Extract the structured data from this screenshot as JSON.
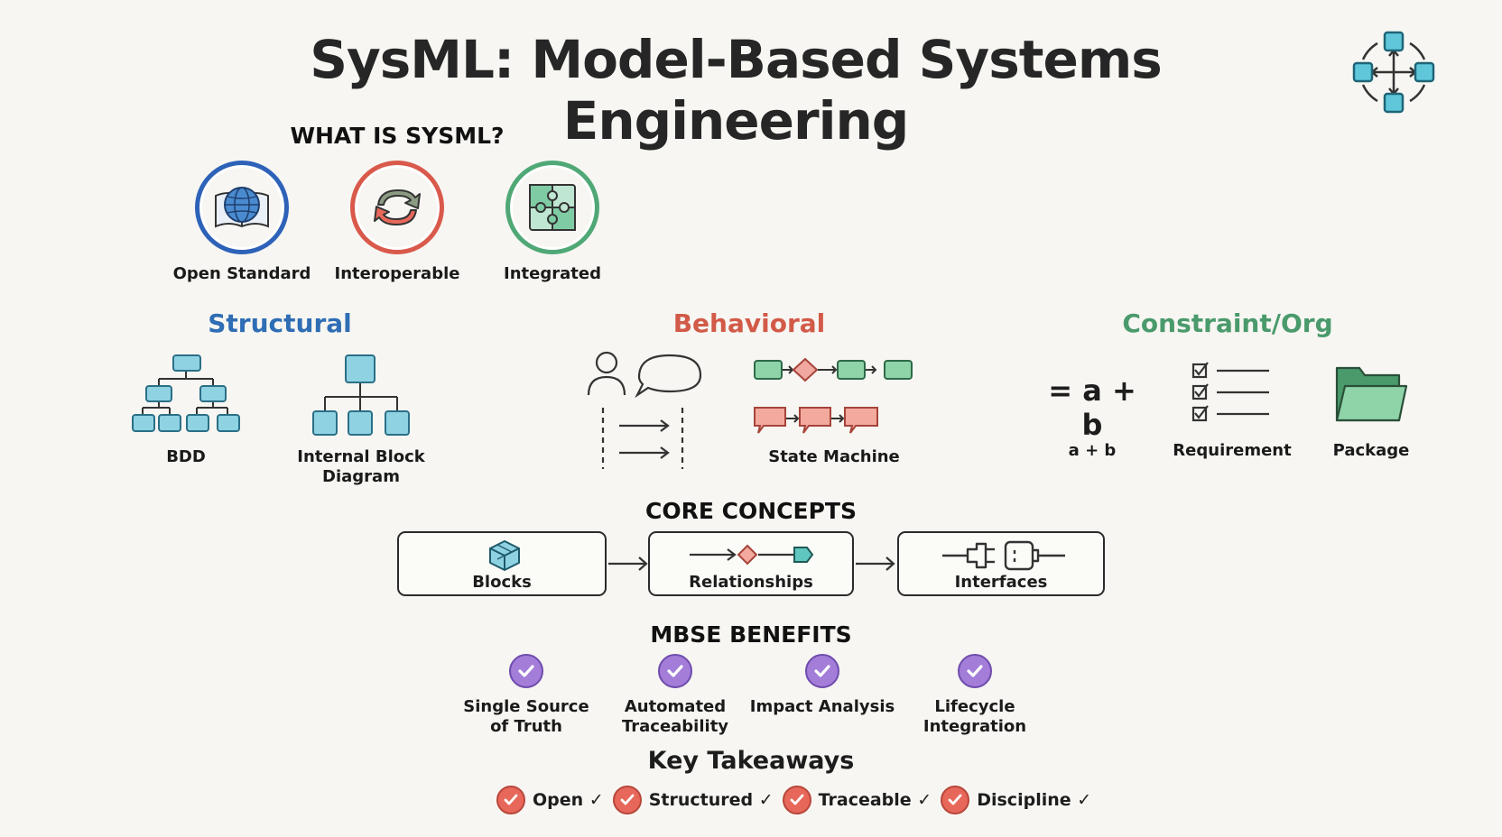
{
  "title": "SysML: Model-Based Systems Engineering",
  "what_is": {
    "heading": "WHAT IS SYSML?",
    "items": [
      {
        "label": "Open Standard",
        "icon": "globe-book-icon",
        "color": "#2d62b8"
      },
      {
        "label": "Interoperable",
        "icon": "sync-arrows-icon",
        "color": "#d9594b"
      },
      {
        "label": "Integrated",
        "icon": "puzzle-icon",
        "color": "#4fa876"
      }
    ]
  },
  "categories": {
    "structural": {
      "heading": "Structural",
      "color": "#2f6db5",
      "items": [
        {
          "label": "BDD",
          "icon": "block-tree-icon"
        },
        {
          "label": "Internal Block Diagram",
          "icon": "block-hierarchy-icon"
        }
      ]
    },
    "behavioral": {
      "heading": "Behavioral",
      "color": "#d25a48",
      "items": [
        {
          "label": "",
          "icon": "sequence-diagram-icon"
        },
        {
          "label": "State Machine",
          "icon": "state-machine-icon"
        }
      ]
    },
    "constraint": {
      "heading": "Constraint/Org",
      "color": "#4a9a6c",
      "equation": "= a + b",
      "items": [
        {
          "label": "a + b",
          "icon": "equation-icon"
        },
        {
          "label": "Requirement",
          "icon": "checklist-icon"
        },
        {
          "label": "Package",
          "icon": "folder-icon"
        }
      ]
    }
  },
  "core_concepts": {
    "heading": "CORE CONCEPTS",
    "items": [
      {
        "label": "Blocks",
        "icon": "cube-icon"
      },
      {
        "label": "Relationships",
        "icon": "relationship-icon"
      },
      {
        "label": "Interfaces",
        "icon": "plug-icon"
      }
    ]
  },
  "benefits": {
    "heading": "MBSE BENEFITS",
    "items": [
      {
        "line1": "Single Source",
        "line2": "of Truth"
      },
      {
        "line1": "Automated",
        "line2": "Traceability"
      },
      {
        "line1": "Impact Analysis",
        "line2": ""
      },
      {
        "line1": "Lifecycle",
        "line2": "Integration"
      }
    ]
  },
  "takeaways": {
    "heading": "Key Takeaways",
    "items": [
      "Open ✓",
      "Structured ✓",
      "Traceable ✓",
      "Discipline ✓"
    ]
  },
  "colors": {
    "box_fill": "#8fd3e3",
    "box_stroke": "#2a6f86",
    "purple": "#a37dd8",
    "red": "#e7685a"
  }
}
